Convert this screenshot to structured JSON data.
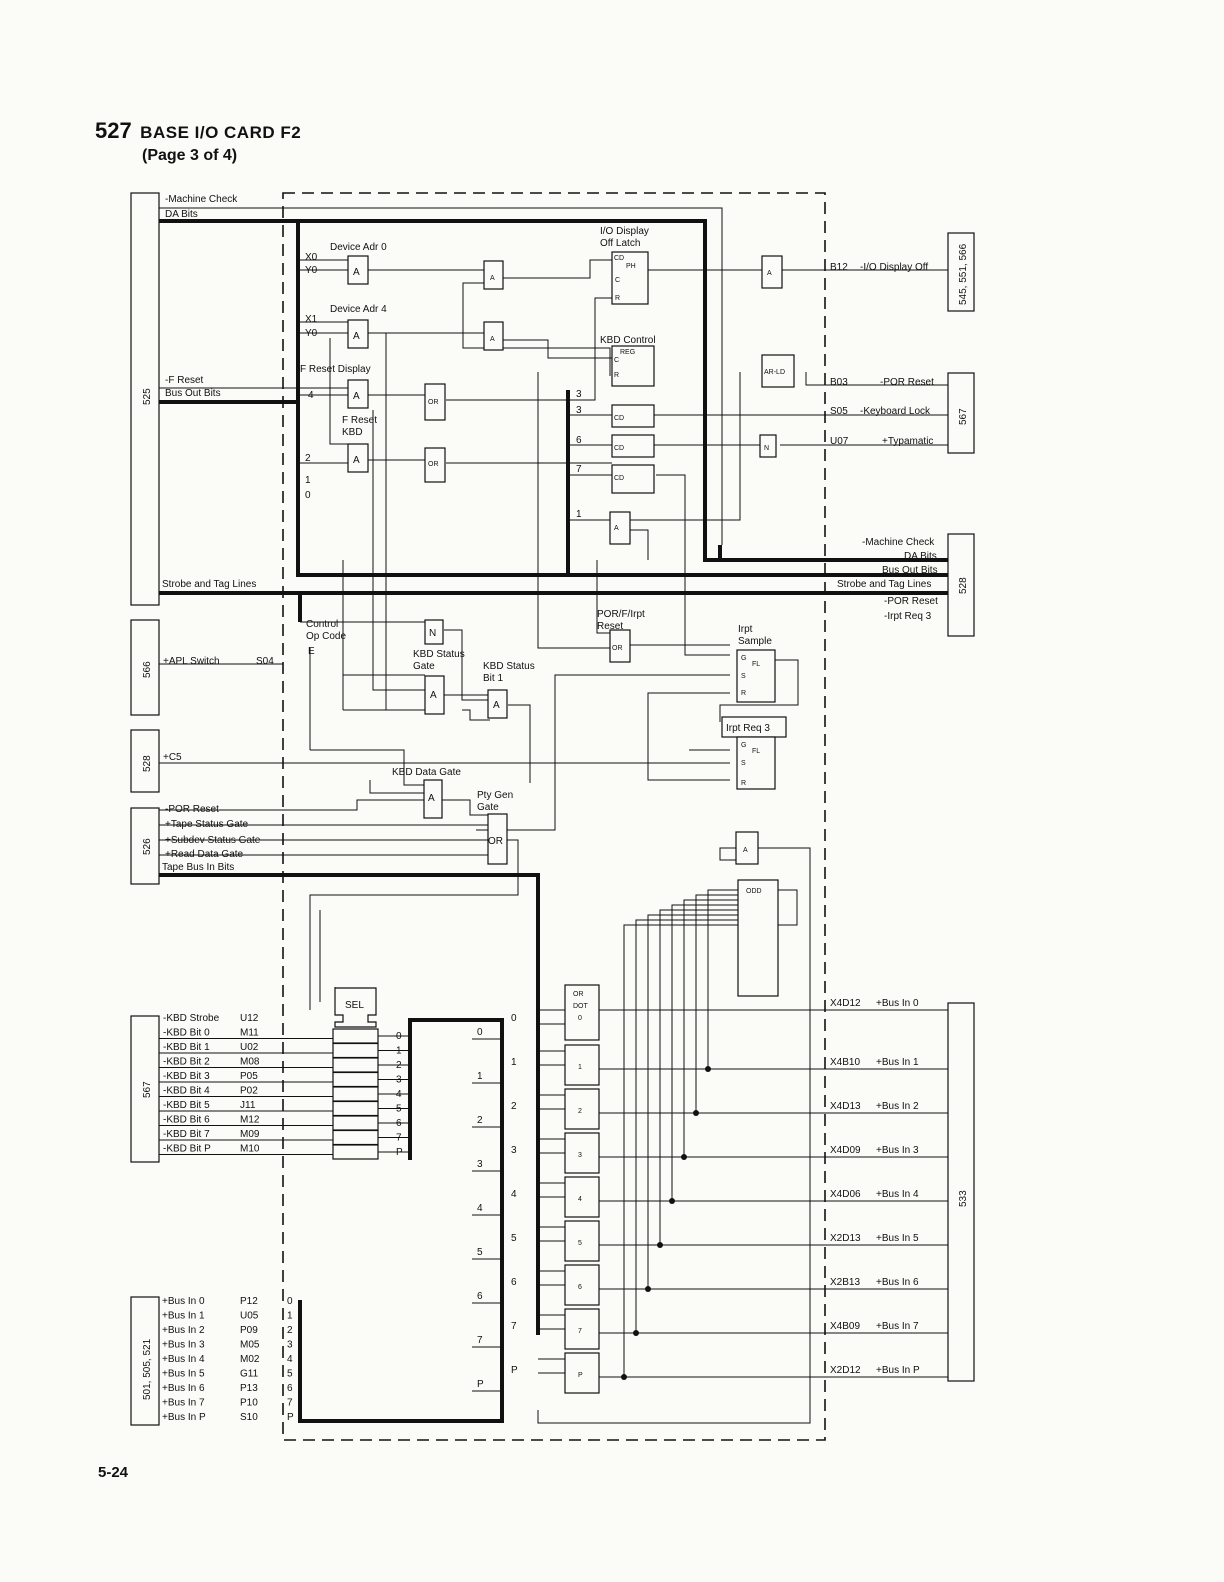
{
  "header": {
    "number": "527",
    "title": "BASE I/O CARD F2",
    "subtitle": "(Page 3 of 4)"
  },
  "footer": {
    "page": "5-24"
  },
  "connectors": {
    "c525": {
      "label": "525",
      "pins": [
        "-Machine Check",
        "DA Bits",
        "-F Reset",
        "Bus Out Bits",
        "Strobe and Tag Lines"
      ]
    },
    "c566": {
      "label": "566",
      "pins": [
        "+APL Switch",
        "S04"
      ]
    },
    "c528L": {
      "label": "528",
      "pins": [
        "+C5"
      ]
    },
    "c526": {
      "label": "526",
      "pins": [
        "-POR Reset",
        "+Tape Status Gate",
        "+Subdev Status Gate",
        "+Read Data Gate",
        "Tape Bus In Bits"
      ]
    },
    "c567L": {
      "label": "567",
      "pins": [
        [
          "-KBD Strobe",
          "U12"
        ],
        [
          "-KBD Bit 0",
          "M11"
        ],
        [
          "-KBD Bit 1",
          "U02"
        ],
        [
          "-KBD Bit 2",
          "M08"
        ],
        [
          "-KBD Bit 3",
          "P05"
        ],
        [
          "-KBD Bit 4",
          "P02"
        ],
        [
          "-KBD Bit 5",
          "J11"
        ],
        [
          "-KBD Bit 6",
          "M12"
        ],
        [
          "-KBD Bit 7",
          "M09"
        ],
        [
          "-KBD Bit P",
          "M10"
        ]
      ]
    },
    "c501": {
      "label": "501, 505, 521",
      "pins": [
        [
          "+Bus In 0",
          "P12"
        ],
        [
          "+Bus In 1",
          "U05"
        ],
        [
          "+Bus In 2",
          "P09"
        ],
        [
          "+Bus In 3",
          "M05"
        ],
        [
          "+Bus In 4",
          "M02"
        ],
        [
          "+Bus In 5",
          "G11"
        ],
        [
          "+Bus In 6",
          "P13"
        ],
        [
          "+Bus In 7",
          "P10"
        ],
        [
          "+Bus In P",
          "S10"
        ]
      ]
    },
    "c545": {
      "label": "545, 551, 566",
      "pins": [
        [
          "B12",
          "-I/O Display Off"
        ]
      ]
    },
    "c567R": {
      "label": "567",
      "pins": [
        [
          "B03",
          "-POR Reset"
        ],
        [
          "S05",
          "-Keyboard Lock"
        ],
        [
          "U07",
          "+Typamatic"
        ]
      ]
    },
    "c528R": {
      "label": "528",
      "pins": [
        "-Machine Check",
        "DA Bits",
        "Bus Out Bits",
        "Strobe and Tag Lines",
        "-POR Reset",
        "-Irpt Req 3"
      ]
    },
    "c533": {
      "label": "533",
      "pins": [
        [
          "X4D12",
          "+Bus In 0"
        ],
        [
          "X4B10",
          "+Bus In 1"
        ],
        [
          "X4D13",
          "+Bus In 2"
        ],
        [
          "X4D09",
          "+Bus In 3"
        ],
        [
          "X4D06",
          "+Bus In 4"
        ],
        [
          "X2D13",
          "+Bus In 5"
        ],
        [
          "X2B13",
          "+Bus In 6"
        ],
        [
          "X4B09",
          "+Bus In 7"
        ],
        [
          "X2D12",
          "+Bus In P"
        ]
      ]
    }
  },
  "logic": {
    "device_adr0": "Device Adr 0",
    "device_adr4": "Device Adr 4",
    "x0": "X0",
    "y0": "Y0",
    "x1": "X1",
    "y0b": "Y0",
    "f_reset_display": "F Reset Display",
    "f_reset_kbd": "F Reset\nKBD",
    "io_display_latch": "I/O Display\nOff Latch",
    "kbd_control": "KBD Control",
    "reg": "REG",
    "control_op_code": "Control\nOp Code",
    "e": "E",
    "kbd_status_gate": "KBD Status\nGate",
    "kbd_status_bit1": "KBD Status\nBit 1",
    "kbd_data_gate": "KBD Data Gate",
    "pty_gen_gate": "Pty Gen\nGate",
    "por_f_irpt_reset": "POR/F/Irpt\nReset",
    "irpt_sample": "Irpt\nSample",
    "irpt_req3": "Irpt  Req 3",
    "sel": "SEL",
    "odd": "ODD",
    "or_dot": "OR\nDOT",
    "gate_a": "A",
    "gate_or": "OR",
    "gate_n": "N",
    "ar_ld": "AR-LD",
    "fl": "FL",
    "g": "G",
    "s": "S",
    "r": "R",
    "c": "C",
    "cd": "CD",
    "ph": "PH",
    "bits": [
      "0",
      "1",
      "2",
      "3",
      "4",
      "5",
      "6",
      "7",
      "P"
    ],
    "bus_bits_a": [
      "4",
      "2",
      "1",
      "0"
    ],
    "bus_bits_b": [
      "3",
      "3",
      "6",
      "7",
      "1"
    ]
  }
}
